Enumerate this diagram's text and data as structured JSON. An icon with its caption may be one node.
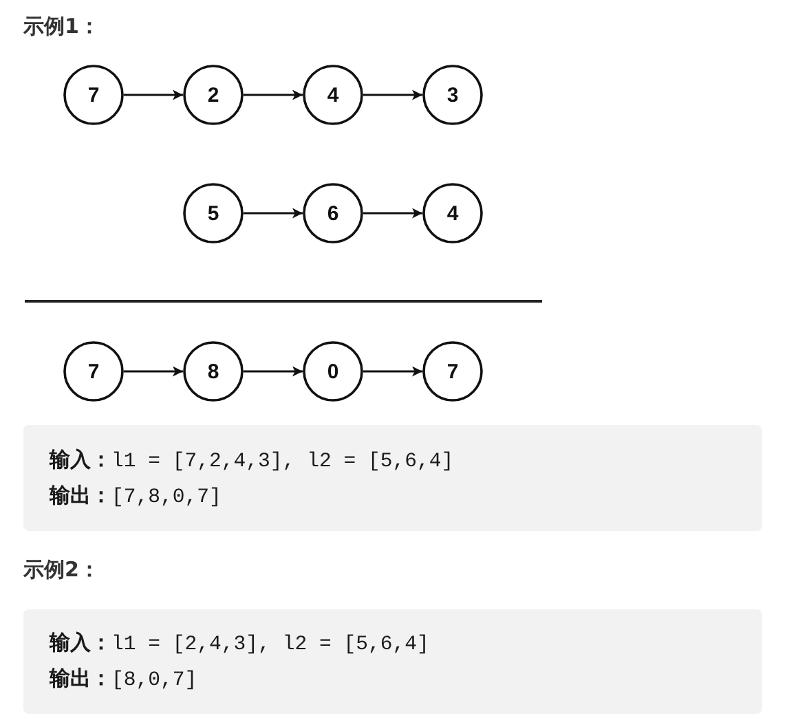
{
  "diagram": {
    "nodes": [
      {
        "text": [
          "7"
        ]
      },
      {
        "text": [
          "2"
        ]
      },
      {
        "text": [
          "4"
        ]
      },
      {
        "text": [
          "3"
        ]
      },
      {
        "text": [
          "5"
        ]
      },
      {
        "text": [
          "6"
        ]
      },
      {
        "text": [
          "4"
        ]
      },
      {
        "text": [
          "7"
        ]
      },
      {
        "text": [
          "8"
        ]
      },
      {
        "text": [
          "0"
        ]
      },
      {
        "text": [
          "7"
        ]
      }
    ],
    "edges": [
      {
        "from": 0,
        "to": 1,
        "arrow": "to"
      },
      {
        "from": 1,
        "to": 2,
        "arrow": "to"
      },
      {
        "from": 2,
        "to": 3,
        "arrow": "to"
      },
      {
        "from": 4,
        "to": 5,
        "arrow": "to"
      },
      {
        "from": 5,
        "to": 6,
        "arrow": "to"
      },
      {
        "from": 7,
        "to": 8,
        "arrow": "to"
      },
      {
        "from": 8,
        "to": 9,
        "arrow": "to"
      },
      {
        "from": 9,
        "to": 10,
        "arrow": "to"
      }
    ],
    "labels": [
      "示例1：",
      "**输入：**l1 = [7,2,4,3], l2 = [5,6,4]",
      "**输出：**[7,8,0,7]",
      "示例2：",
      "**输入：**l1 = [2,4,3], l2 = [5,6,4]",
      "**输出：**[8,0,7]"
    ]
  }
}
